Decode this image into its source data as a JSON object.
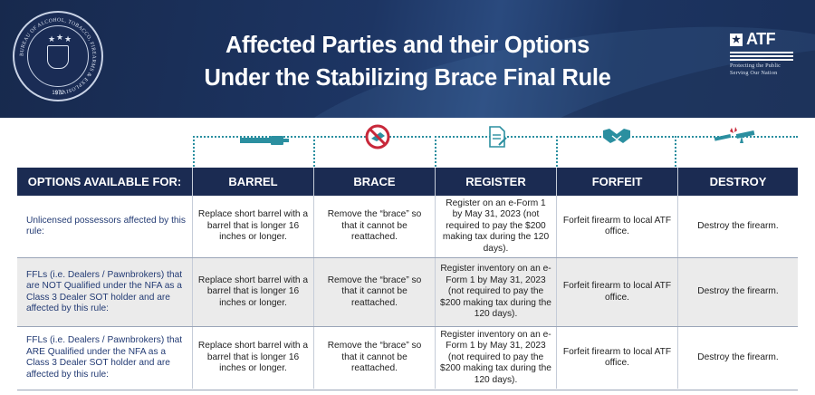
{
  "banner": {
    "title_line1": "Affected Parties and their Options",
    "title_line2": "Under the Stabilizing Brace Final Rule",
    "seal_text": "BUREAU OF ALCOHOL, TOBACCO, FIREARMS & EXPLOSIVES",
    "seal_year": "1972",
    "logo_text": "ATF",
    "logo_tagline_1": "Protecting the Public",
    "logo_tagline_2": "Serving Our Nation"
  },
  "icons": [
    "barrel-icon",
    "no-brace-icon",
    "register-form-icon",
    "handshake-icon",
    "destroy-rifle-icon"
  ],
  "colors": {
    "navy": "#1b2b52",
    "teal": "#2b8fa0",
    "accent_red": "#c8283a",
    "label_blue": "#233b74"
  },
  "table": {
    "headers": [
      "OPTIONS AVAILABLE FOR:",
      "BARREL",
      "BRACE",
      "REGISTER",
      "FORFEIT",
      "DESTROY"
    ],
    "rows": [
      [
        "Unlicensed possessors affected by this rule:",
        "Replace short barrel with a barrel that is longer 16 inches or longer.",
        "Remove the “brace” so that it cannot be reattached.",
        "Register on an e-Form 1 by May 31, 2023 (not required to pay the $200 making tax during the 120 days).",
        "Forfeit firearm to local ATF office.",
        "Destroy the firearm."
      ],
      [
        "FFLs (i.e. Dealers / Pawnbrokers) that are NOT Qualified under the NFA as a Class 3 Dealer SOT holder and are affected by this rule:",
        "Replace short barrel with a barrel that is longer 16 inches or longer.",
        "Remove the “brace” so that it cannot be reattached.",
        "Register inventory on an e-Form 1 by May 31, 2023 (not required to pay the $200 making tax during the 120 days).",
        "Forfeit firearm to local ATF office.",
        "Destroy the firearm."
      ],
      [
        "FFLs (i.e. Dealers / Pawnbrokers) that ARE Qualified under the NFA  as a Class 3 Dealer SOT holder and are affected by this rule:",
        "Replace short barrel with a barrel that is longer 16 inches or longer.",
        "Remove the “brace” so that it cannot be reattached.",
        "Register inventory on an e-Form 1 by May 31, 2023 (not required to pay the $200 making tax during the 120 days).",
        "Forfeit firearm to local ATF office.",
        "Destroy the firearm."
      ]
    ]
  }
}
